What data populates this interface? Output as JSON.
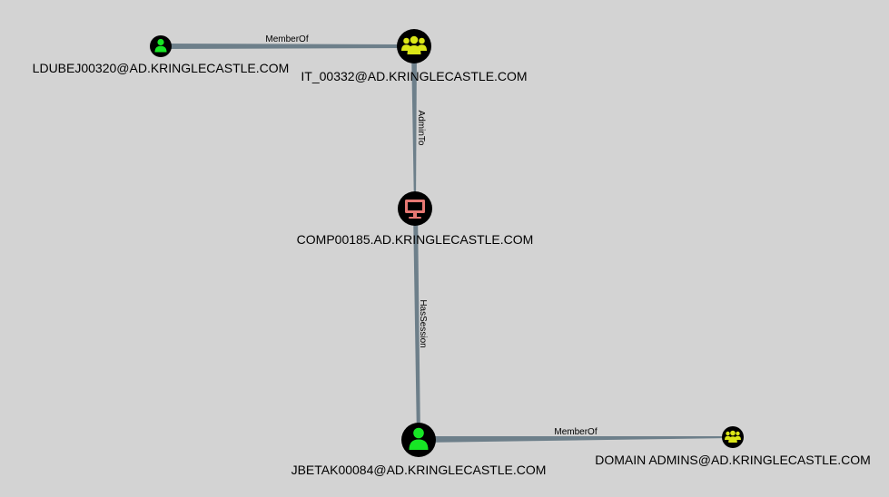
{
  "colors": {
    "background": "#d3d3d3",
    "edge": "#6d7f8a",
    "node_circle": "#000000",
    "user_icon": "#17e625",
    "group_icon": "#dbe617",
    "computer_icon": "#e67873"
  },
  "nodes": [
    {
      "id": "ldubej",
      "type": "user",
      "icon": "user-icon",
      "label": "LDUBEJ00320@AD.KRINGLECASTLE.COM"
    },
    {
      "id": "it",
      "type": "group",
      "icon": "group-icon",
      "label": "IT_00332@AD.KRINGLECASTLE.COM"
    },
    {
      "id": "comp",
      "type": "computer",
      "icon": "computer-icon",
      "label": "COMP00185.AD.KRINGLECASTLE.COM"
    },
    {
      "id": "jbetak",
      "type": "user",
      "icon": "user-icon",
      "label": "JBETAK00084@AD.KRINGLECASTLE.COM"
    },
    {
      "id": "domain",
      "type": "group",
      "icon": "group-icon",
      "label": "DOMAIN ADMINS@AD.KRINGLECASTLE.COM"
    }
  ],
  "edges": [
    {
      "from": "ldubej",
      "to": "it",
      "label": "MemberOf"
    },
    {
      "from": "it",
      "to": "comp",
      "label": "AdminTo"
    },
    {
      "from": "jbetak",
      "to": "comp",
      "label": "HasSession"
    },
    {
      "from": "jbetak",
      "to": "domain",
      "label": "MemberOf"
    }
  ]
}
